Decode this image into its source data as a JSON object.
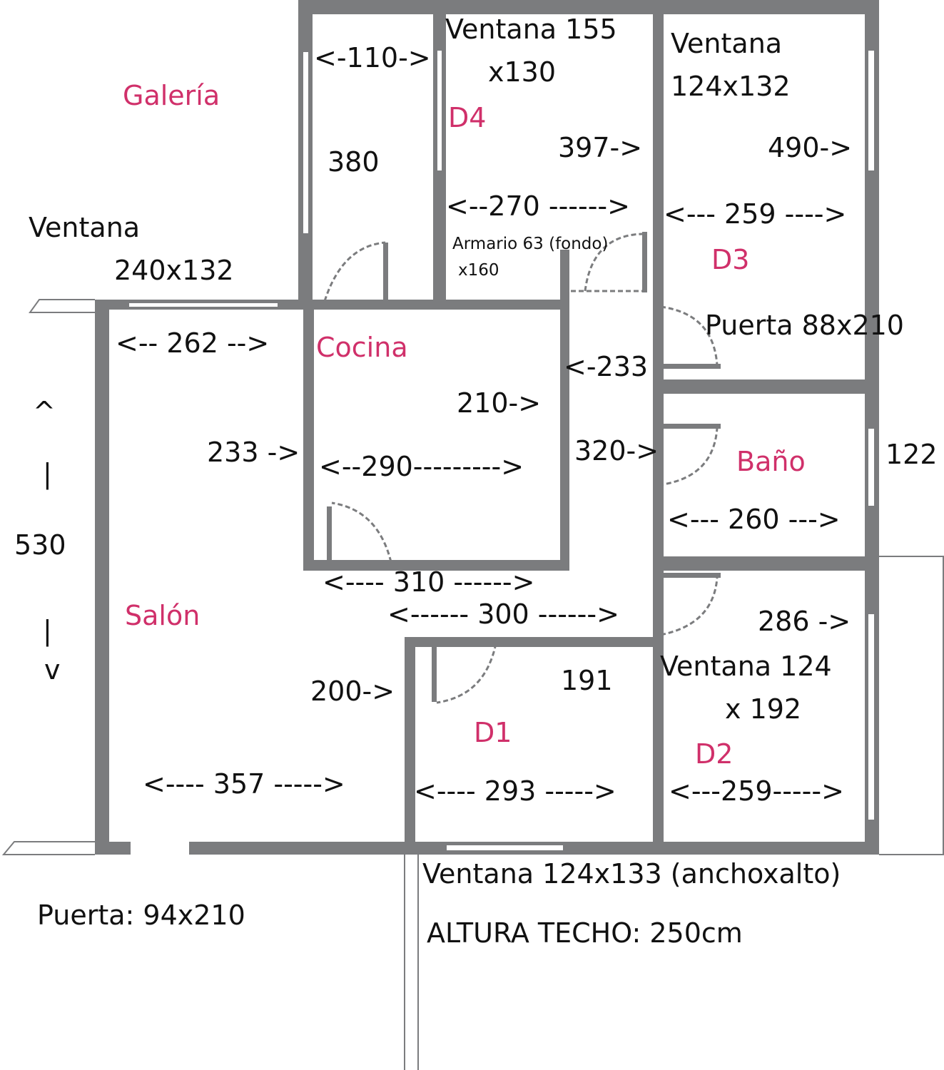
{
  "colors": {
    "wall": "#7b7c7e",
    "room_label": "#d0306a",
    "text": "#111111"
  },
  "rooms": {
    "galeria": "Galería",
    "cocina": "Cocina",
    "salon": "Salón",
    "d1": "D1",
    "d2": "D2",
    "d3": "D3",
    "d4": "D4",
    "bano": "Baño"
  },
  "labels": {
    "d4_width": "<-110->",
    "ventana_d4_1": "Ventana 155",
    "ventana_d4_2": "x130",
    "ventana_d3_1": "Ventana",
    "ventana_d3_2": "124x132",
    "galeria_len": "380",
    "d4_len": "397->",
    "d3_len": "490->",
    "d4_w": "<--270 ------>",
    "d3_w": "<--- 259 ---->",
    "ventana_gal_1": "Ventana",
    "ventana_gal_2": "240x132",
    "armario_1": "Armario 63 (fondo)",
    "armario_2": "x160",
    "puerta_d3": "Puerta 88x210",
    "salon_w": "<-- 262 -->",
    "pasillo": "<-233",
    "cocina_len": "210->",
    "salon_arrow_up": "^",
    "salon_bar_1": "|",
    "salon_len": "530",
    "salon_bar_2": "|",
    "salon_arrow_down": "v",
    "cocina_side": "233 ->",
    "cocina_w": "<--290--------->",
    "pasillo_len": "320->",
    "bano_h": "122",
    "bano_w": "<--- 260 --->",
    "cocina_bottom": "<---- 310 ------>",
    "pasillo_w": "<------ 300 ------>",
    "d2_len": "286 ->",
    "d1_len": "191",
    "ventana_d2_1": "Ventana 124",
    "ventana_d2_2": "x 192",
    "d1_side": "200->",
    "salon_bottom": "<---- 357 ----->",
    "d1_w": "<---- 293 ----->",
    "d2_w": "<---259----->",
    "ventana_bottom": "Ventana 124x133 (anchoxalto)",
    "puerta_main": "Puerta: 94x210",
    "altura": "ALTURA TECHO: 250cm"
  }
}
